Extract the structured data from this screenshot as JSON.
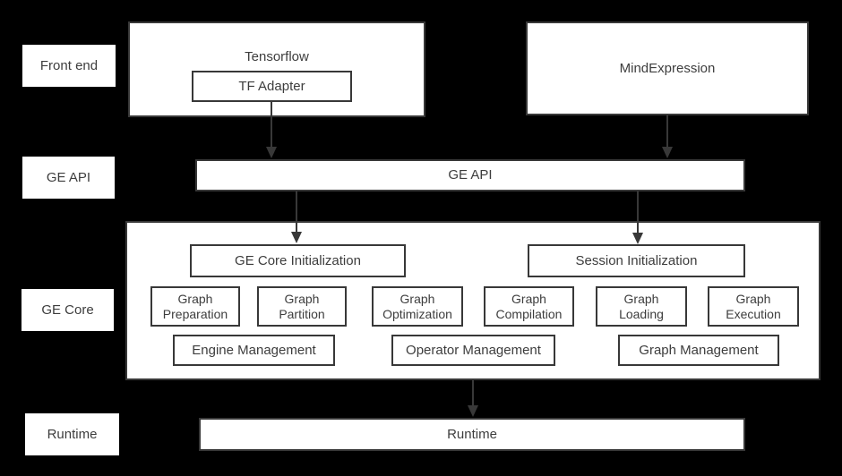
{
  "layers": {
    "front_end": "Front end",
    "ge_api": "GE API",
    "ge_core": "GE Core",
    "runtime": "Runtime"
  },
  "front_end": {
    "tensorflow": "Tensorflow",
    "tf_adapter": "TF Adapter",
    "mind_expression": "MindExpression"
  },
  "ge_api": {
    "label": "GE API"
  },
  "ge_core": {
    "init_label": "GE Core Initialization",
    "session_label": "Session Initialization",
    "modules": [
      "Graph\nPreparation",
      "Graph\nPartition",
      "Graph\nOptimization",
      "Graph\nCompilation",
      "Graph\nLoading",
      "Graph\nExecution"
    ],
    "managers": [
      "Engine Management",
      "Operator Management",
      "Graph Management"
    ]
  },
  "runtime": {
    "label": "Runtime"
  },
  "palette": {
    "background": "#000000",
    "box_fill": "#ffffff",
    "box_border": "#383838",
    "text": "#3d3d3d",
    "arrow": "#383838"
  }
}
